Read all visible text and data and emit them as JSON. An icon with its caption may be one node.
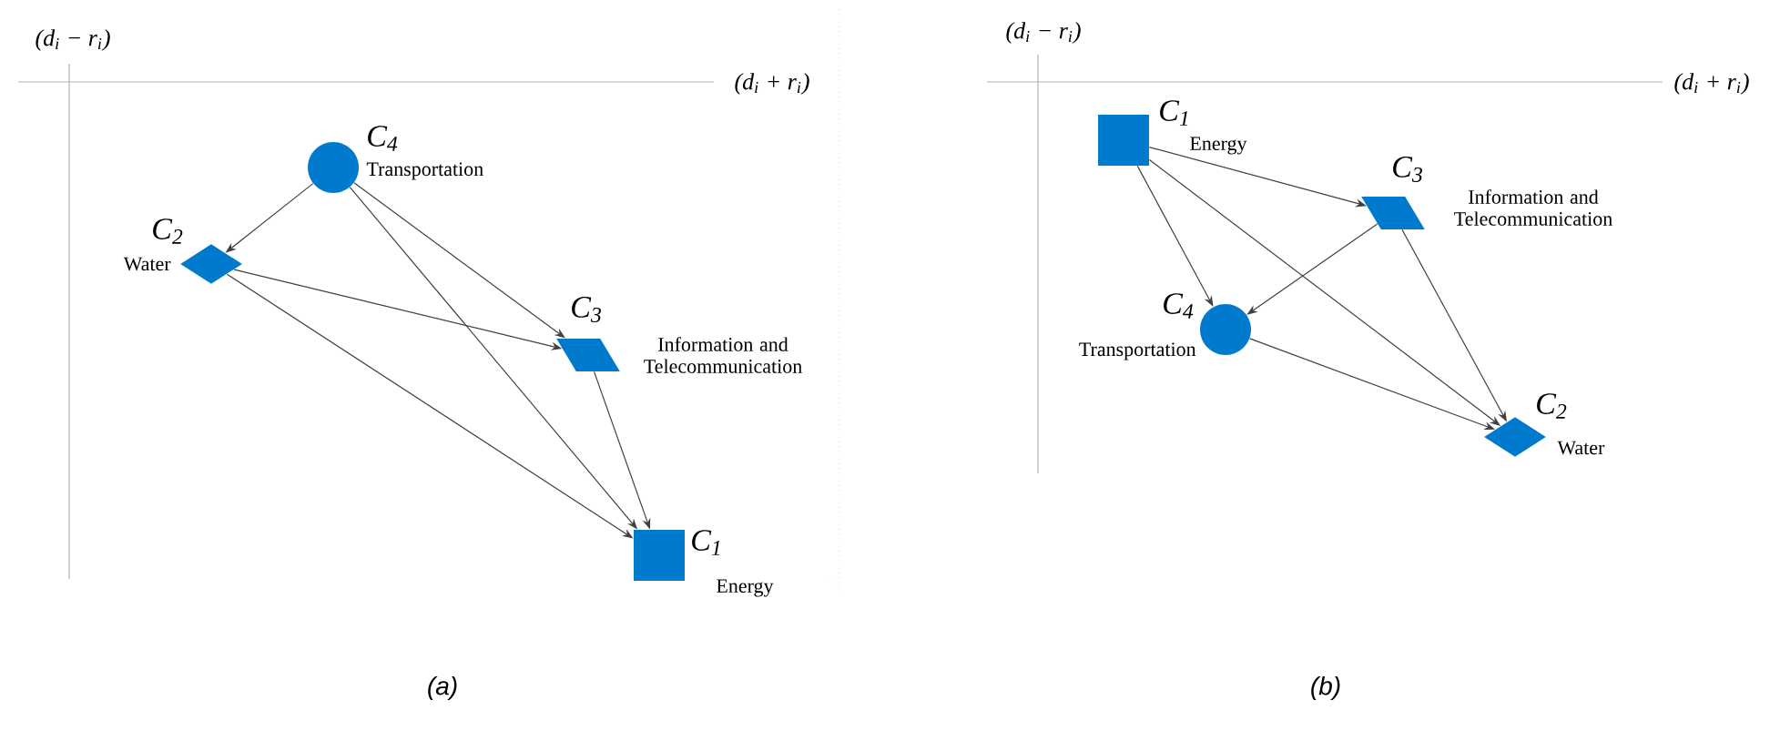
{
  "diagram": {
    "nodes": [
      {
        "text": [
          "C$_{4}$",
          "Transportation"
        ]
      },
      {
        "text": [
          "C$_{2}$",
          "Water"
        ]
      },
      {
        "text": [
          "C$_{3}$",
          "Information and Telecommunication"
        ]
      },
      {
        "text": [
          "C$_{1}$",
          "Energy"
        ]
      },
      {
        "text": [
          "C$_{1}$",
          "Energy"
        ]
      },
      {
        "text": [
          "C$_{3}$",
          "Information and Telecommunication"
        ]
      },
      {
        "text": [
          "C$_{4}$",
          "Transportation"
        ]
      },
      {
        "text": [
          "C$_{2}$",
          "Water"
        ]
      }
    ],
    "edges": [
      {
        "from": 0,
        "to": 1,
        "arrow": "to"
      },
      {
        "from": 0,
        "to": 2,
        "arrow": "to"
      },
      {
        "from": 0,
        "to": 3,
        "arrow": "to"
      },
      {
        "from": 1,
        "to": 2,
        "arrow": "to"
      },
      {
        "from": 1,
        "to": 3,
        "arrow": "to"
      },
      {
        "from": 2,
        "to": 3,
        "arrow": "to"
      },
      {
        "from": 4,
        "to": 5,
        "arrow": "to"
      },
      {
        "from": 4,
        "to": 6,
        "arrow": "to"
      },
      {
        "from": 4,
        "to": 7,
        "arrow": "to"
      },
      {
        "from": 5,
        "to": 6,
        "arrow": "to"
      },
      {
        "from": 5,
        "to": 7,
        "arrow": "to"
      },
      {
        "from": 6,
        "to": 7,
        "arrow": "to"
      }
    ],
    "labels": [
      "(d$_{i}$ − r$_{i}$)",
      "(d$_{i}$ + r$_{i}$)",
      "(d$_{i}$ − r$_{i}$)",
      "(d$_{i}$ + r$_{i}$)",
      "(a)",
      "(b)"
    ]
  }
}
